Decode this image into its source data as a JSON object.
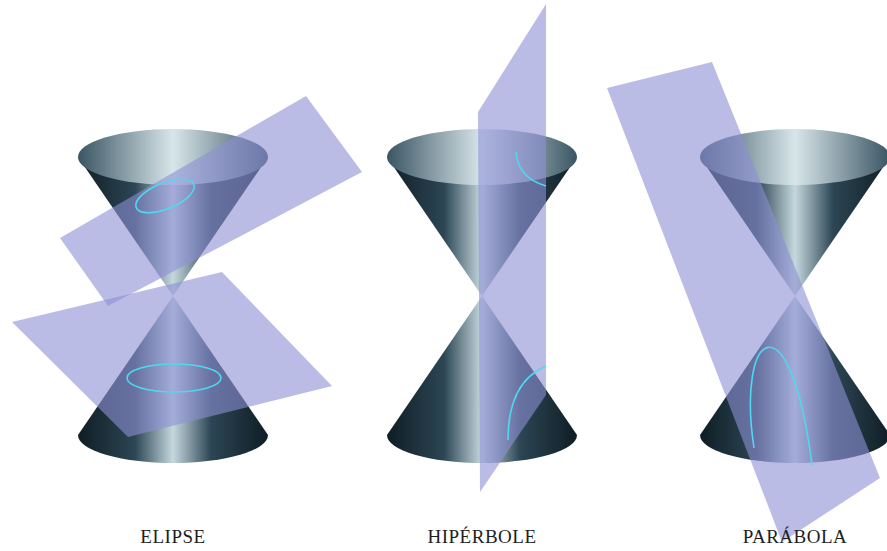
{
  "diagram": {
    "labels": [
      "ELIPSE",
      "HIPÉRBOLE",
      "PARÁBOLA"
    ]
  }
}
